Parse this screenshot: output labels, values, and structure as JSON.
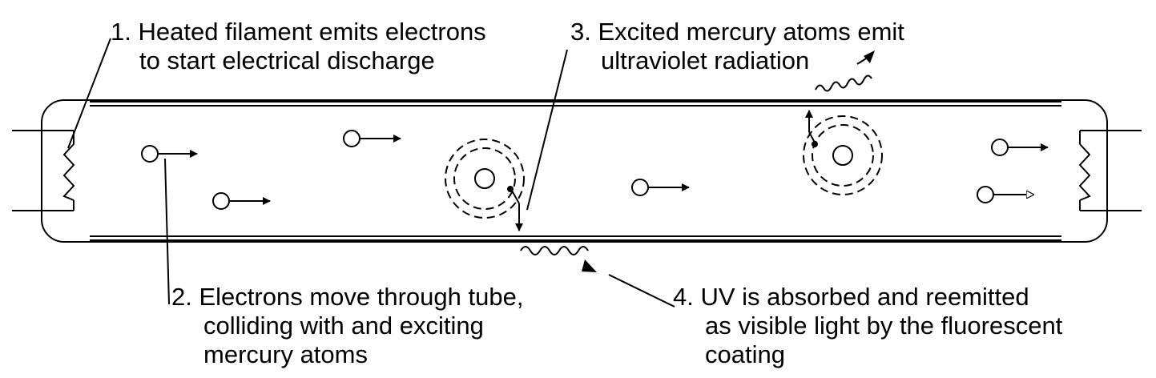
{
  "labels": {
    "step1": {
      "number": "1.",
      "line1": "Heated filament emits electrons",
      "line2": "to start electrical discharge"
    },
    "step2": {
      "number": "2.",
      "line1": "Electrons move through tube,",
      "line2": "colliding with and exciting",
      "line3": "mercury atoms"
    },
    "step3": {
      "number": "3.",
      "line1": "Excited mercury atoms emit",
      "line2": "ultraviolet radiation"
    },
    "step4": {
      "number": "4.",
      "line1": "UV is absorbed and reemitted",
      "line2": "as visible light by the fluorescent",
      "line3": "coating"
    }
  },
  "colors": {
    "stroke": "#000000",
    "background": "#ffffff"
  }
}
